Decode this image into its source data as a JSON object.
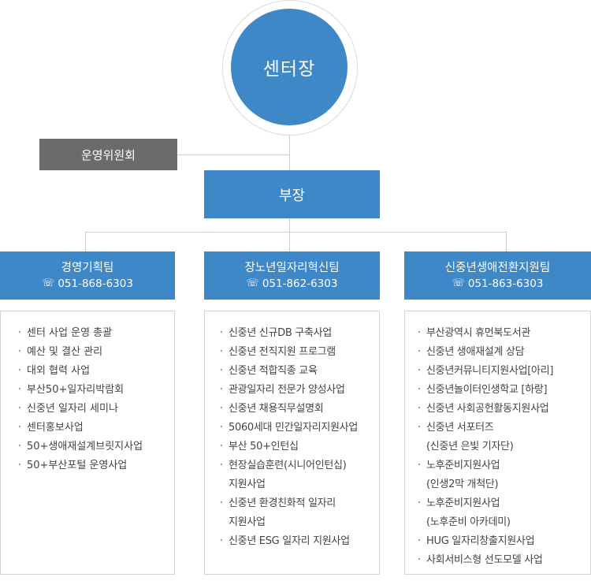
{
  "center_head": {
    "label": "센터장"
  },
  "committee": {
    "label": "운영위원회"
  },
  "director": {
    "label": "부장"
  },
  "teams": [
    {
      "name": "경영기획팀",
      "phone_icon": "telephone-icon",
      "phone": "051-868-6303",
      "duties": [
        "센터 사업 운영 총괄",
        "예산 및 결산 관리",
        "대외 협력 사업",
        "부산50+일자리박람회",
        "신중년 일자리 세미나",
        "센터홍보사업",
        "50+생애재설계브릿지사업",
        "50+부산포털 운영사업"
      ]
    },
    {
      "name": "장노년일자리혁신팀",
      "phone_icon": "telephone-icon",
      "phone": "051-862-6303",
      "duties": [
        "신중년 신규DB 구축사업",
        "신중년 전직지원 프로그램",
        "신중년 적합직종 교육",
        "관광일자리 전문가 양성사업",
        "신중년 채용직무설명회",
        "5060세대 민간일자리지원사업",
        "부산 50+인턴십",
        "현장실습훈련(시니어인턴십)",
        "지원사업",
        "신중년 환경친화적 일자리",
        "지원사업",
        "신중년 ESG 일자리 지원사업"
      ]
    },
    {
      "name": "신중년생애전환지원팀",
      "phone_icon": "telephone-icon",
      "phone": "051-863-6303",
      "duties": [
        "부산광역시 휴먼북도서관",
        "신중년 생애재설계 상담",
        "신중년커뮤니티지원사업[아리]",
        "신중년놀이터인생학교 [하랑]",
        "신중년 사회공헌활동지원사업",
        "신중년 서포터즈",
        "(신중년 은빛 기자단)",
        "노후준비지원사업",
        "(인생2막 개척단)",
        "노후준비지원사업",
        "(노후준비 아카데미)",
        "HUG 일자리창출지원사업",
        "사회서비스형 선도모델 사업"
      ]
    }
  ]
}
